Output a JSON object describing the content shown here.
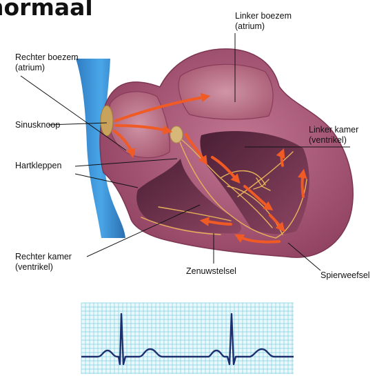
{
  "title": "normaal",
  "labels": {
    "left_atrium": "Linker boezem\n(atrium)",
    "right_atrium": "Rechter boezem\n(atrium)",
    "sinus_node": "Sinusknoop",
    "valves": "Hartkleppen",
    "left_ventricle": "Linker kamer\n(ventrikel)",
    "right_ventricle": "Rechter kamer\n(ventrikel)",
    "nervous_system": "Zenuwstelsel",
    "muscle_tissue": "Spierweefsel"
  },
  "colors": {
    "heart_muscle": "#a1506c",
    "heart_chamber": "#c07a8e",
    "chamber_dark": "#5e2a43",
    "vessel": "#3b92d6",
    "conduction": "#e8b25a",
    "arrow": "#f05a24",
    "node": "#c9a35b",
    "ecg_grid": "#7fd0e2",
    "ecg_line": "#1c2f6e"
  }
}
